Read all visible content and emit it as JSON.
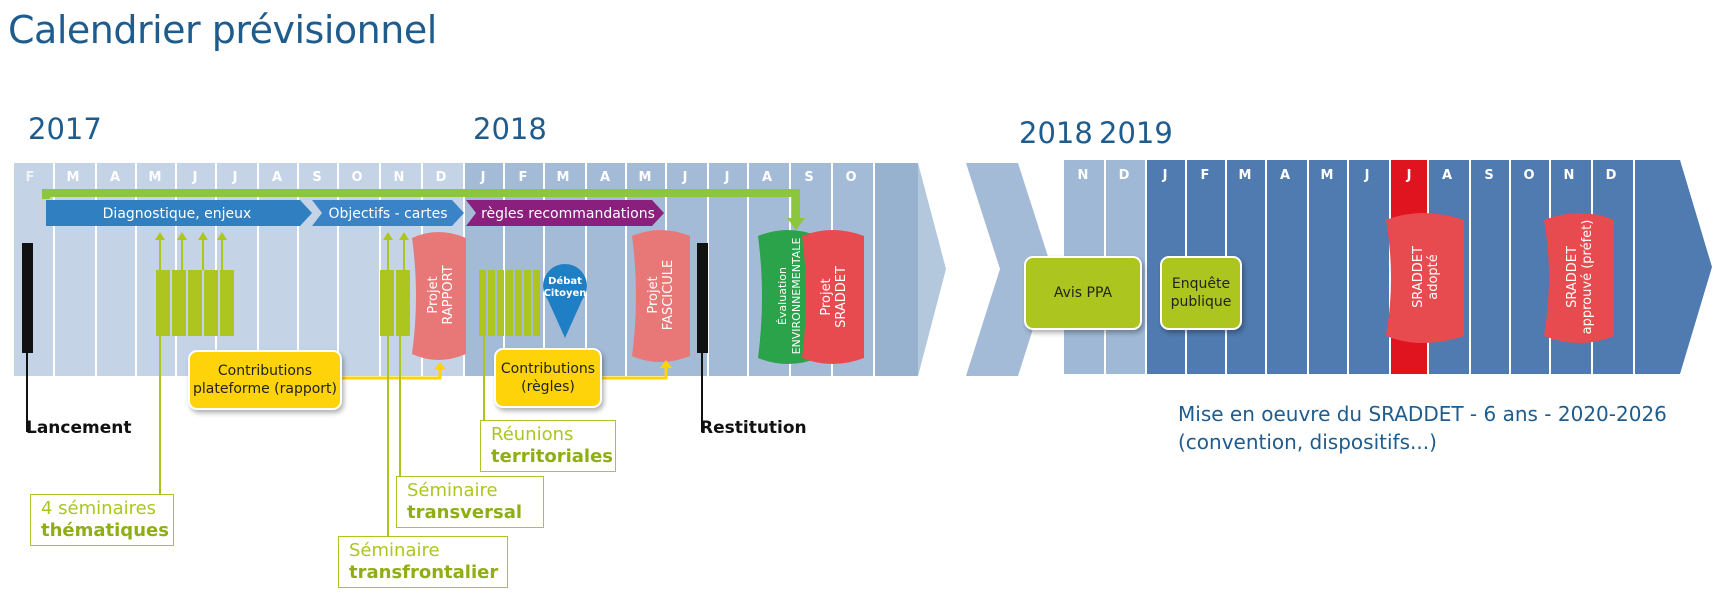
{
  "title": "Calendrier prévisionnel",
  "years": {
    "y2017": "2017",
    "y2018a": "2018",
    "y2018b": "2018",
    "y2019": "2019"
  },
  "months_left": [
    "F",
    "M",
    "A",
    "M",
    "J",
    "J",
    "A",
    "S",
    "O",
    "N",
    "D",
    "J",
    "F",
    "M",
    "A",
    "M",
    "J",
    "J",
    "A",
    "S",
    "O"
  ],
  "months_right": [
    "N",
    "D",
    "J",
    "F",
    "M",
    "A",
    "M",
    "J",
    "J",
    "A",
    "S",
    "O",
    "N",
    "D"
  ],
  "phases": {
    "diagnostique": "Diagnostique, enjeux",
    "objectifs": "Objectifs - cartes",
    "regles": "règles recommandations"
  },
  "docs": {
    "projet_rapport": [
      "Projet",
      "RAPPORT"
    ],
    "projet_fascicule": [
      "Projet",
      "FASCICULE"
    ],
    "evaluation": [
      "Évaluation",
      "ENVIRONNEMENTALE"
    ],
    "projet_sraddet": [
      "Projet",
      "SRADDET"
    ],
    "sraddet_adopte": [
      "SRADDET",
      "adopté"
    ],
    "sraddet_approuve": [
      "SRADDET",
      "approuvé (préfet)"
    ]
  },
  "debat": [
    "Débat",
    "Citoyen"
  ],
  "contributions_rapport": [
    "Contributions",
    "plateforme (rapport)"
  ],
  "contributions_regles": [
    "Contributions",
    "(règles)"
  ],
  "avis_ppa": "Avis PPA",
  "enquete": [
    "Enquête",
    "publique"
  ],
  "milestones": {
    "lancement": "Lancement",
    "restitution": "Restitution"
  },
  "seminaires": {
    "thematiques": [
      "4 séminaires",
      "thématiques"
    ],
    "transversal": [
      "Séminaire",
      "transversal"
    ],
    "transfrontalier": [
      "Séminaire",
      "transfrontalier"
    ],
    "territoriales": [
      "Réunions",
      "territoriales"
    ]
  },
  "implementation": [
    "Mise en oeuvre du SRADDET - 6 ans - 2020-2026",
    "(convention, dispositifs...)"
  ],
  "colors": {
    "brand_blue": "#1f5c8e",
    "band_light": "#b3c7dd",
    "band_dark": "#4f7bb0",
    "diag_blue": "#2f7fc1",
    "obj_blue": "#3a83c6",
    "purple": "#8a1f7d",
    "green": "#8cc63f",
    "lime": "#acc61f",
    "yellow": "#ffd30a",
    "red": "#e84b4f",
    "pink": "#e87878",
    "highlight_red": "#e0141e"
  }
}
